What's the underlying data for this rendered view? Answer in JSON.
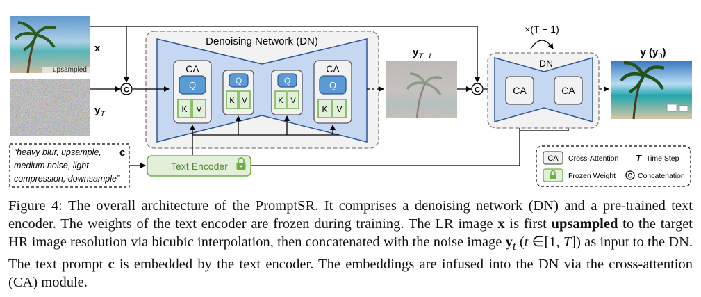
{
  "diagram": {
    "dn_title": "Denoising Network (DN)",
    "ca": "CA",
    "q": "Q",
    "k": "K",
    "v": "V",
    "concat_symbol": "C",
    "input_x": "x",
    "upsampled": "upsampled",
    "input_yT": "y",
    "input_yT_sub": "T",
    "mid_y": "y",
    "mid_y_sub": "T−1",
    "out_y": "y (y",
    "out_y_sub": "0",
    "out_y_close": ")",
    "loop_label": "×(T − 1)",
    "small_dn": "DN",
    "prompt_lines": [
      "“heavy blur, upsample,",
      "medium noise, light",
      "compression, downsample”"
    ],
    "prompt_c": "c",
    "text_encoder": "Text Encoder",
    "legend": {
      "cross_attention": "Cross-Attention",
      "t_symbol": "T",
      "time_step": "Time Step",
      "frozen_weight": "Frozen Weight",
      "concatenation": "Concatenation"
    }
  },
  "caption": {
    "p1": "Figure 4: The overall architecture of the PromptSR. It comprises a denoising network (DN) and a pre-trained text encoder. The weights of the text encoder are frozen during training. The LR image ",
    "x": "x",
    "p2": " is first ",
    "upsampled": "upsampled",
    "p3": " to the target HR image resolution via bicubic interpolation, then concatenated with the noise image ",
    "y": "y",
    "sub_t": "t",
    "p4": " (",
    "t_in": "t",
    "p5": " ∈[1, ",
    "T": "T",
    "p6": "]) as input to the DN. The text prompt ",
    "c": "c",
    "p7": " is embedded by the text encoder. The embeddings are infused into the DN via the cross-attention (CA) module."
  },
  "colors": {
    "blue_fill": "#c6d7f2",
    "blue_stroke": "#2f5597",
    "q_fill": "#5b9bd5",
    "green": "#70ad47",
    "green_fill": "#e2f0d9",
    "panel_fill": "#f2f2f2",
    "panel_stroke": "#7f7f7f"
  }
}
